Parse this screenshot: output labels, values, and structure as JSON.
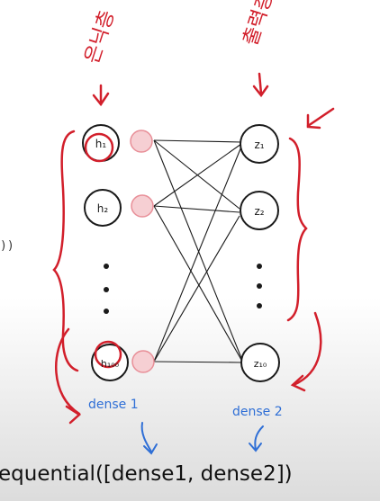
{
  "annotations": {
    "hidden_layer_korean": "은닉층",
    "output_layer_korean": "출력층",
    "dense1": "dense 1",
    "dense2": "dense 2",
    "code_fragment_left": "))",
    "sequential_code": "equential([dense1, dense2])"
  },
  "hidden_nodes": [
    "h₁",
    "h₂",
    "h₁₀₀"
  ],
  "output_nodes": [
    "z₁",
    "z₂",
    "z₁₀"
  ],
  "colors": {
    "ink": "#1a1a1a",
    "red": "#d21f2b",
    "blue": "#2f6fd6",
    "pink_fill": "#f6cfd3",
    "pink_stroke": "#e88f98",
    "bottom_gray": "#dcdcdc"
  }
}
